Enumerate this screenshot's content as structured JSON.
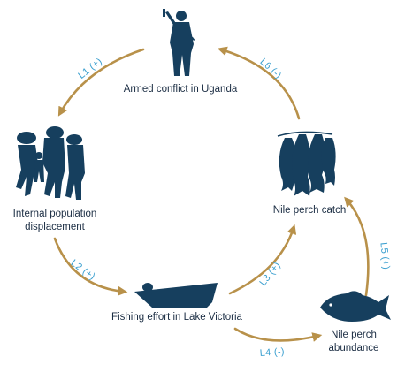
{
  "colors": {
    "silhouette": "#163f5e",
    "arrow": "#b8914a",
    "link_label": "#3a9fcf",
    "node_label": "#1c2e44",
    "background": "#ffffff"
  },
  "nodes": {
    "armed_conflict": {
      "label": "Armed conflict in Uganda",
      "icon": "armed-soldier-icon"
    },
    "displacement": {
      "line1": "Internal population",
      "line2": "displacement",
      "icon": "displaced-people-icon"
    },
    "fishing_effort": {
      "label": "Fishing effort in Lake Victoria",
      "icon": "boat-icon"
    },
    "perch_catch": {
      "label": "Nile perch catch",
      "icon": "hanging-fish-icon"
    },
    "perch_abundance": {
      "line1": "Nile perch",
      "line2": "abundance",
      "icon": "fish-icon"
    }
  },
  "links": [
    {
      "id": "L1",
      "label": "L1 (+)",
      "from": "Armed conflict in Uganda",
      "to": "Internal population displacement",
      "sign": "+"
    },
    {
      "id": "L2",
      "label": "L2 (+)",
      "from": "Internal population displacement",
      "to": "Fishing effort in Lake Victoria",
      "sign": "+"
    },
    {
      "id": "L3",
      "label": "L3 (+)",
      "from": "Fishing effort in Lake Victoria",
      "to": "Nile perch catch",
      "sign": "+"
    },
    {
      "id": "L4",
      "label": "L4 (-)",
      "from": "Fishing effort in Lake Victoria",
      "to": "Nile perch abundance",
      "sign": "-"
    },
    {
      "id": "L5",
      "label": "L5 (+)",
      "from": "Nile perch abundance",
      "to": "Nile perch catch",
      "sign": "+"
    },
    {
      "id": "L6",
      "label": "L6 (-)",
      "from": "Nile perch catch",
      "to": "Armed conflict in Uganda",
      "sign": "-"
    }
  ]
}
